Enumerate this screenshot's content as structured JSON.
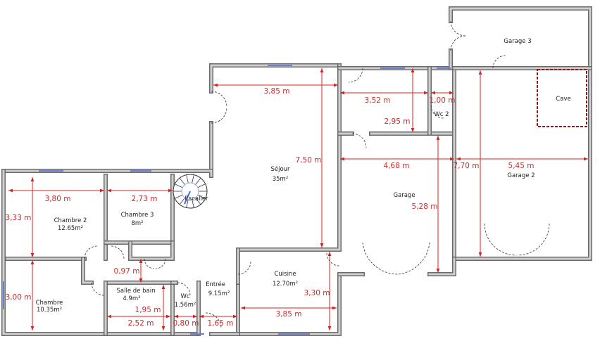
{
  "title": "Plan",
  "rooms": {
    "garage3": {
      "name": "Garage 3"
    },
    "cave": {
      "name": "Cave"
    },
    "wc2": {
      "name": "Wc 2"
    },
    "sejour": {
      "name": "Séjour",
      "area": "35m²"
    },
    "garage": {
      "name": "Garage"
    },
    "garage2": {
      "name": "Garage 2"
    },
    "chambre2": {
      "name": "Chambre 2",
      "area": "12.65m²"
    },
    "chambre3": {
      "name": "Chambre 3",
      "area": "8m²"
    },
    "escalier": {
      "name": "Escalier"
    },
    "chambre": {
      "name": "Chambre",
      "area": "10.35m²"
    },
    "salle_de_bain": {
      "name": "Salle de bain",
      "area": "4.9m²"
    },
    "wc": {
      "name": "Wc",
      "area": "1.56m²"
    },
    "entree": {
      "name": "Entrée",
      "area": "9.15m²"
    },
    "cuisine": {
      "name": "Cuisine",
      "area": "12.70m²"
    }
  },
  "dimensions": [
    "3,80 m",
    "3,33 m",
    "2,73 m",
    "3,00 m",
    "0,97 m",
    "1,95 m",
    "2,52 m",
    "0,80 m",
    "1,65 m",
    "3,85 m",
    "7,50 m",
    "3,52 m",
    "2,95 m",
    "1,00 m",
    "4,68 m",
    "5,28 m",
    "3,30 m",
    "3,85 m",
    "7,70 m",
    "5,45 m"
  ],
  "colors": {
    "dimension": "#d22222",
    "wall": "#6b6b6b",
    "window": "#6f7fd0"
  }
}
